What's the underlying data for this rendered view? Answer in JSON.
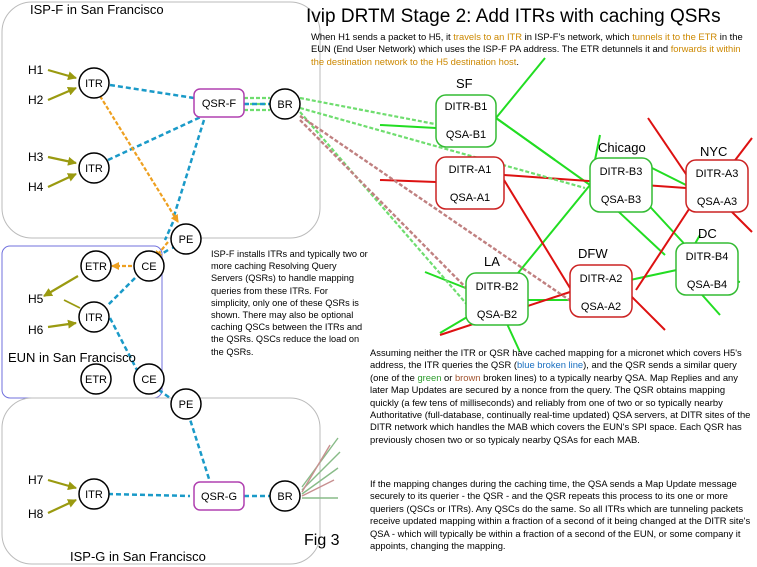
{
  "title": "Ivip DRTM Stage 2: Add ITRs with caching QSRs",
  "fig_label": "Fig 3",
  "regions": {
    "ispf": "ISP-F in San Francisco",
    "eun": "EUN in San Francisco",
    "ispg": "ISP-G in San Francisco"
  },
  "hosts": [
    "H1",
    "H2",
    "H3",
    "H4",
    "H5",
    "H6",
    "H7",
    "H8"
  ],
  "nodes": {
    "itr": "ITR",
    "qsr_f": "QSR-F",
    "qsr_g": "QSR-G",
    "br": "BR",
    "pe": "PE",
    "ce": "CE",
    "etr": "ETR"
  },
  "sites": {
    "sf": {
      "name": "SF",
      "ditr": "DITR-B1",
      "qsa": "QSA-B1"
    },
    "la_a": {
      "ditr": "DITR-A1",
      "qsa": "QSA-A1"
    },
    "chicago": {
      "name": "Chicago",
      "ditr": "DITR-B3",
      "qsa": "QSA-B3"
    },
    "nyc": {
      "name": "NYC",
      "ditr": "DITR-A3",
      "qsa": "QSA-A3"
    },
    "dc": {
      "name": "DC",
      "ditr": "DITR-B4",
      "qsa": "QSA-B4"
    },
    "dfw": {
      "name": "DFW",
      "ditr": "DITR-A2",
      "qsa": "QSA-A2"
    },
    "la": {
      "name": "LA",
      "ditr": "DITR-B2",
      "qsa": "QSA-B2"
    }
  },
  "text": {
    "intro": {
      "p1": "When H1 sends a packet to H5, it ",
      "h1": "travels to an ITR",
      "p2": " in ISP-F's network, which ",
      "h2": "tunnels it to the ETR",
      "p3": " in the EUN (End User Network) which uses the ISP-F PA address.  The ETR detunnels it and ",
      "h3": "forwards it within the destination network to the H5 destination host",
      "p4": "."
    },
    "isp_note": "ISP-F installs ITRs and typically two or more caching Resolving Query Servers (QSRs) to handle mapping queries from these ITRs.  For simplicity, only one of these QSRs is shown.  There may also be optional caching QSCs between the ITRs and the QSRs.  QSCs reduce the load on the QSRs.",
    "assume": {
      "p1": "Assuming neither the ITR or QSR have cached mapping for a micronet which covers H5's address, the ITR queries the QSR (",
      "blue": "blue broken line",
      "p2": "), and the QSR sends a  similar query (one of the ",
      "green": "green",
      "p3": " or ",
      "brown": "brown",
      "p4": " broken lines) to a typically nearby QSA.  Map Replies and any later Map Updates are secured by a nonce from the query.  The QSR obtains mapping quickly (a few tens of milliseconds) and reliably from one of two or so typically nearby Authoritative (full-database, continually real-time updated) QSA servers, at DITR sites of the DITR network which handles the MAB which covers the EUN's SPI space.  Each QSR has previously chosen two or so typicaly nearby QSAs for each MAB."
    },
    "change": "If the mapping changes during the caching time, the QSA sends a Map Update message securely to its querier - the QSR - and the QSR repeats this process to its one or more queriers (QSCs or ITRs).  Any QSCs do the same.  So all ITRs which are tunneling packets receive updated mapping within a fraction of a second of it being changed at the DITR site's QSA - which will typically be within a fraction of a second of the EUN, or some company it appoints, changing the mapping."
  },
  "colors": {
    "green_net": "#22dd22",
    "red_net": "#dd1111",
    "blue_query": "#1a9ac8",
    "orange_path": "#eea020",
    "olive_arrow": "#9a9a10",
    "qsr_border": "#b040b0",
    "site_border": "#cc2222",
    "site_green_border": "#33bb33",
    "region_border": "#bbbbbb",
    "eun_border": "#7070dd",
    "brown_query": "#c08080"
  }
}
